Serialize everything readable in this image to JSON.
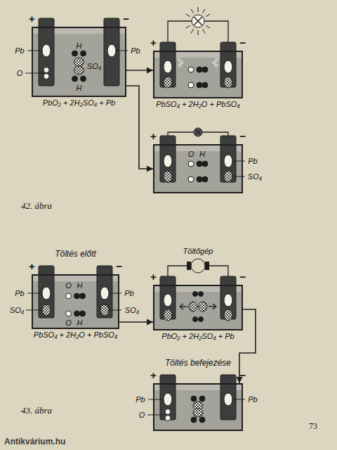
{
  "diagram": {
    "nodes": [
      {
        "text": [
          "+",
          "−",
          "PbO₂ + 2H₂SO₄ + Pb"
        ]
      },
      {
        "text": [
          "+",
          "−",
          "PbSO₄ + 2H₂O + PbSO₄"
        ]
      },
      {
        "text": [
          "+",
          "−"
        ]
      },
      {
        "text": [
          "Töltés előtt",
          "+",
          "−",
          "PbSO₄ + 2H₂O + PbSO₄"
        ]
      },
      {
        "text": [
          "+",
          "−",
          "PbO₂ + 2H₂SO₄ + Pb"
        ]
      },
      {
        "text": [
          "Töltés befejezése",
          "+",
          "−"
        ]
      }
    ],
    "edges": [
      {
        "from": 0,
        "to": 1,
        "arrow": "to"
      },
      {
        "from": 0,
        "to": 2,
        "arrow": "to"
      },
      {
        "from": 3,
        "to": 4,
        "arrow": "to"
      },
      {
        "from": 4,
        "to": 5,
        "arrow": "to"
      }
    ],
    "labels": [
      "Pb",
      "O",
      "H",
      "SO₄",
      "H",
      "Pb",
      "O",
      "H",
      "Pb",
      "SO₄",
      "42. ábra",
      "Töltőgép",
      "Pb",
      "SO₄",
      "O",
      "H",
      "Pb",
      "SO₄",
      "O",
      "H",
      "Pb",
      "O",
      "Pb",
      "43. ábra",
      "73",
      "Antikvárium.hu"
    ]
  }
}
